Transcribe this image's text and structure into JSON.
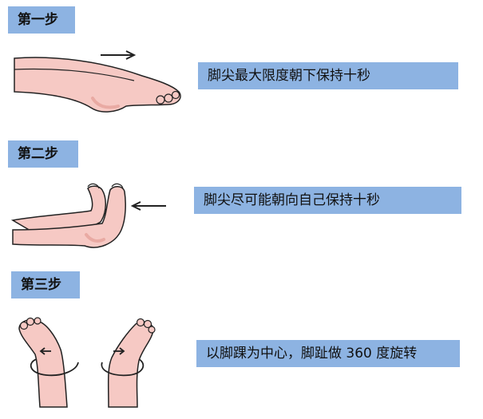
{
  "steps": [
    {
      "badge": "第一步",
      "caption": "脚尖最大限度朝下保持十秒",
      "icon": "foot-pointing-down",
      "arrow": "right-arrow-icon"
    },
    {
      "badge": "第二步",
      "caption": "脚尖尽可能朝向自己保持十秒",
      "icon": "feet-flexed-upward",
      "arrow": "left-arrow-icon"
    },
    {
      "badge": "第三步",
      "caption": "以脚踝为中心，脚趾做 360 度旋转",
      "icon": "feet-ankle-rotation",
      "arrow": "rotation-arrows-icon"
    }
  ],
  "colors": {
    "badge_bg": "#8db3e2",
    "skin": "#f6c9c4",
    "skin_shade": "#e9aaa3",
    "outline": "#222222"
  }
}
